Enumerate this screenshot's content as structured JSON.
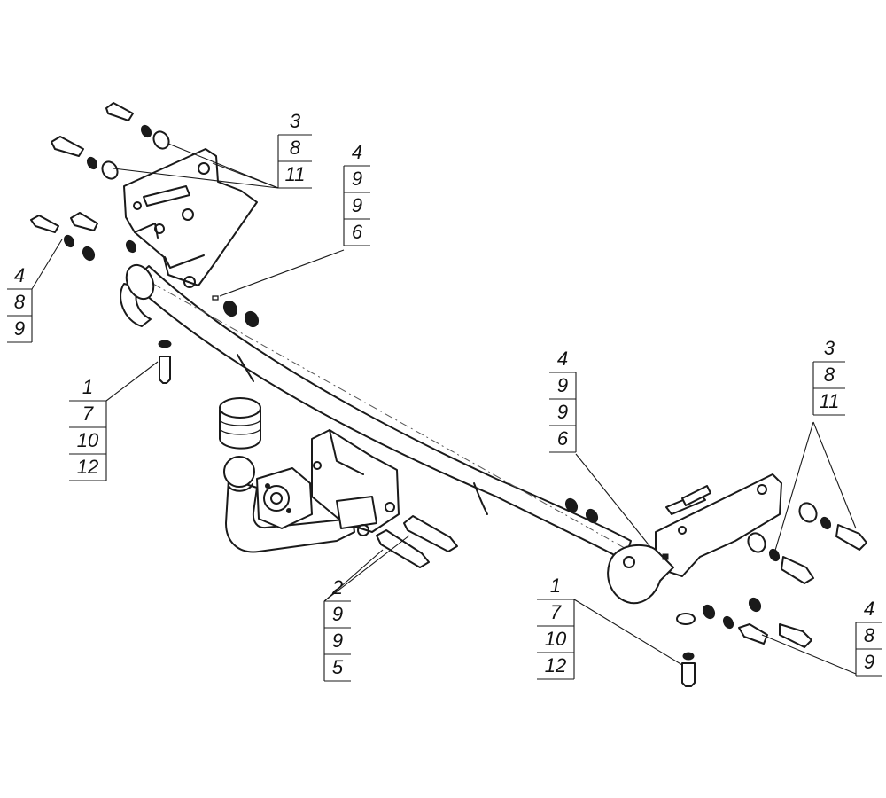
{
  "callouts": {
    "top_center": [
      "3",
      "8",
      "11"
    ],
    "top_center_right": [
      "4",
      "9",
      "9",
      "6"
    ],
    "left": [
      "4",
      "8",
      "9"
    ],
    "left_lower": [
      "1",
      "7",
      "10",
      "12"
    ],
    "center": [
      "4",
      "9",
      "9",
      "6"
    ],
    "right_upper": [
      "3",
      "8",
      "11"
    ],
    "bottom_center": [
      "2",
      "9",
      "9",
      "5"
    ],
    "bottom_right": [
      "1",
      "7",
      "10",
      "12"
    ],
    "right_lower": [
      "4",
      "8",
      "9"
    ]
  }
}
